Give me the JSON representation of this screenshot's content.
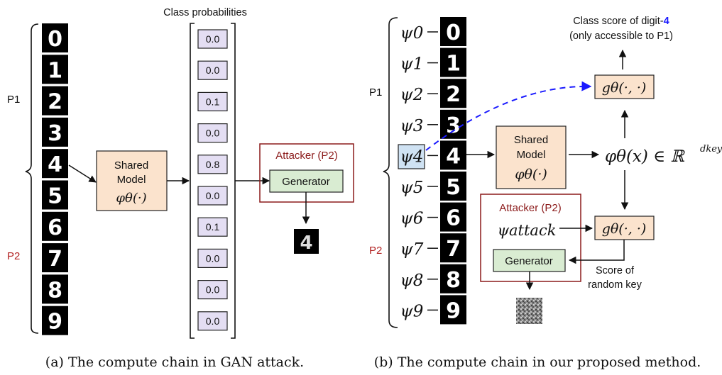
{
  "panel_a": {
    "digits": [
      "0",
      "1",
      "2",
      "3",
      "4",
      "5",
      "6",
      "7",
      "8",
      "9"
    ],
    "p1_label": "P1",
    "p2_label": "P2",
    "class_prob_title": "Class probabilities",
    "probs": [
      "0.0",
      "0.0",
      "0.1",
      "0.0",
      "0.8",
      "0.0",
      "0.1",
      "0.0",
      "0.0",
      "0.0"
    ],
    "shared_model": {
      "line1": "Shared",
      "line2": "Model",
      "math": "φθ(·)"
    },
    "attacker_title": "Attacker (P2)",
    "generator_label": "Generator",
    "generated_digit": "4",
    "caption": "(a) The compute chain in GAN attack."
  },
  "panel_b": {
    "keys": [
      "ψ0",
      "ψ1",
      "ψ2",
      "ψ3",
      "ψ4",
      "ψ5",
      "ψ6",
      "ψ7",
      "ψ8",
      "ψ9"
    ],
    "digits": [
      "0",
      "1",
      "2",
      "3",
      "4",
      "5",
      "6",
      "7",
      "8",
      "9"
    ],
    "p1_label": "P1",
    "p2_label": "P2",
    "class_score_prefix": "Class score of digit-",
    "class_score_digit": "4",
    "class_score_line2": "(only accessible to P1)",
    "g_top": "gθ(·, ·)",
    "g_bottom": "gθ(·, ·)",
    "shared_model": {
      "line1": "Shared",
      "line2": "Model",
      "math": "φθ(·)"
    },
    "embedding": "φθ(x) ∈ ℝ",
    "embedding_sup": "dkey",
    "attacker_title": "Attacker (P2)",
    "psi_attack": "ψattack",
    "generator_label": "Generator",
    "score_random_line1": "Score of",
    "score_random_line2": "random key",
    "caption": "(b) The compute chain in our proposed method."
  },
  "colors": {
    "model_fill": "#fbe3cd",
    "generator_fill": "#d9ecd2",
    "prob_fill": "#e4def3",
    "attacker_red": "#8b1a1a",
    "p2_red": "#b22222",
    "highlight_blue": "#1a1aff",
    "psi4_fill": "#cfe2f3"
  }
}
